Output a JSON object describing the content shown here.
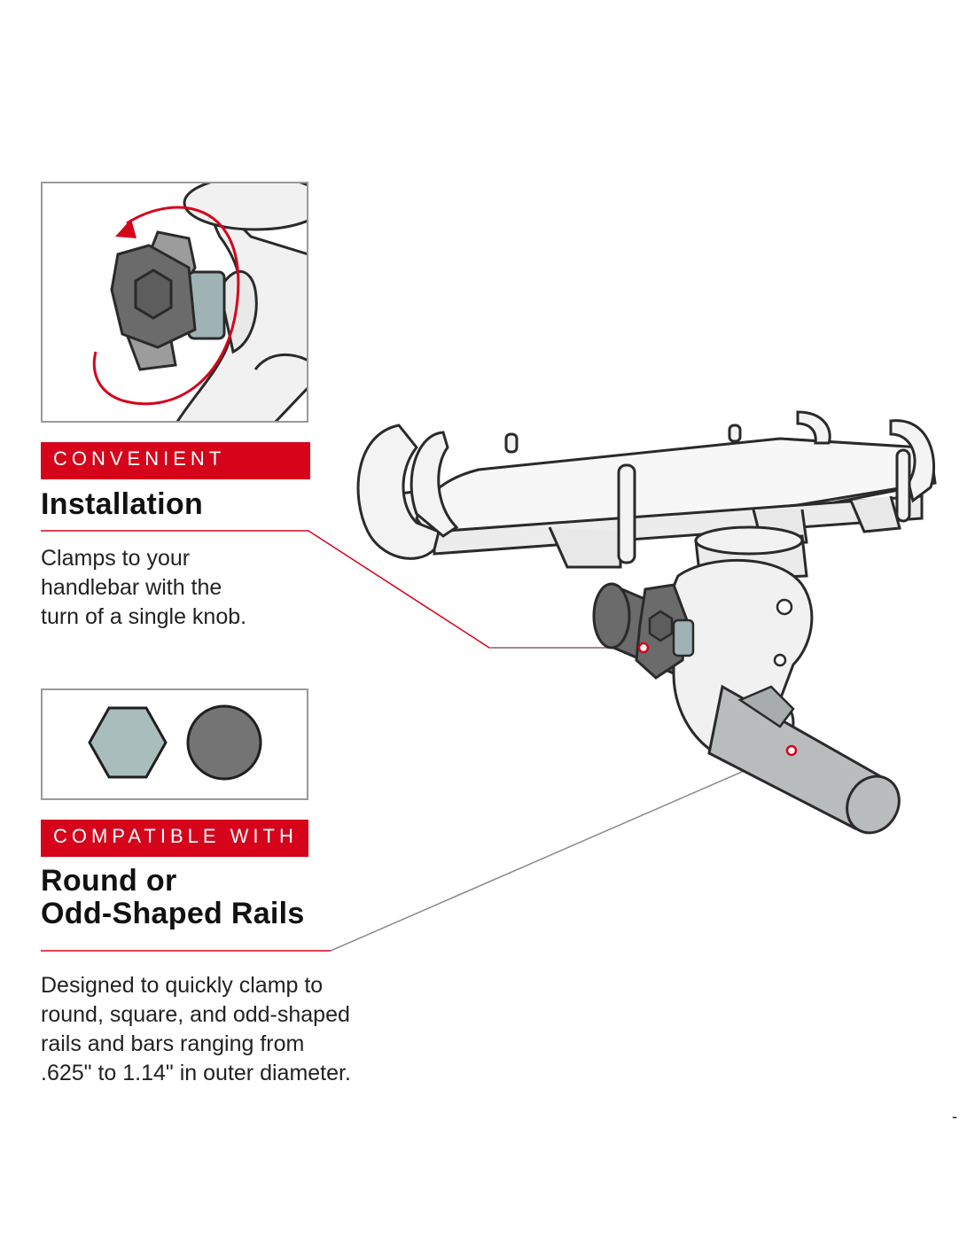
{
  "colors": {
    "accent": "#d5041b",
    "rail": "#b9bcbc",
    "knob": "#6b6b6b",
    "hex_fill": "#a9bdbd",
    "round_fill": "#747474",
    "outline": "#2a2a2a"
  },
  "feature1": {
    "tag": "CONVENIENT",
    "title": "Installation",
    "body_lines": [
      "Clamps to your",
      "handlebar with the",
      "turn of a single knob."
    ]
  },
  "feature2": {
    "tag": "COMPATIBLE WITH",
    "title_lines": [
      "Round or",
      "Odd-Shaped Rails"
    ],
    "body_lines": [
      "Designed to quickly clamp to",
      "round, square, and odd-shaped",
      "rails and bars ranging from",
      ".625\" to 1.14\" in outer diameter."
    ]
  },
  "shapes": [
    "hexagon-rail-icon",
    "round-rail-icon"
  ],
  "corner_mark": "-"
}
